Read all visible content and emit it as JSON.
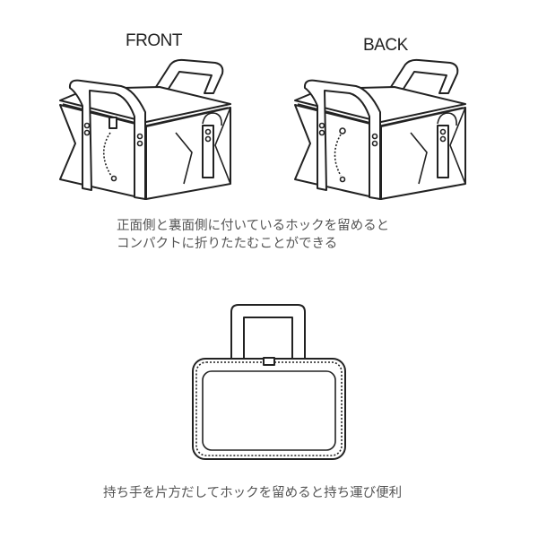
{
  "labels": {
    "front": "FRONT",
    "back": "BACK"
  },
  "captions": {
    "fold_line1": "正面側と裏面側に付いているホックを留めると",
    "fold_line2": "コンパクトに折りたたむことができる",
    "carry": "持ち手を片方だしてホックを留めると持ち運び便利"
  }
}
